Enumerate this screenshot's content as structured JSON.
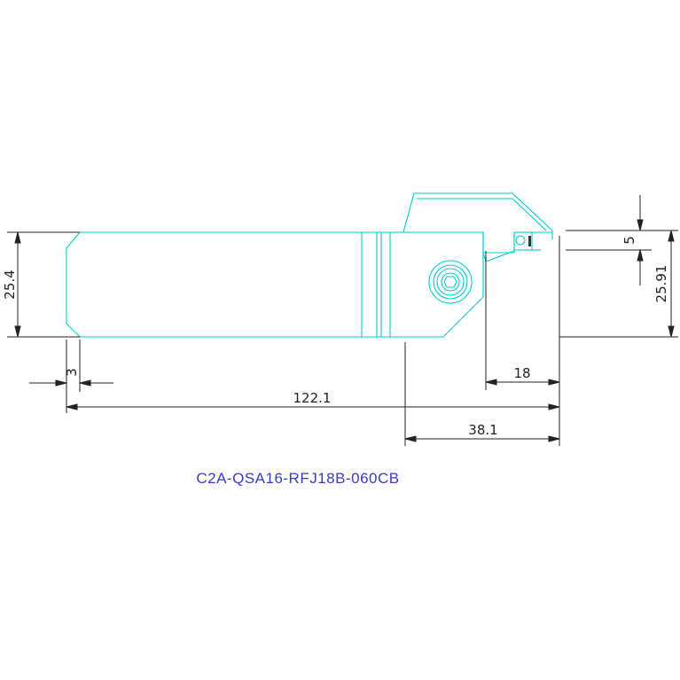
{
  "drawing": {
    "part_number": "C2A-QSA16-RFJ18B-060CB",
    "dimensions": {
      "height": "25.4",
      "chamfer": "3",
      "overall_length": "122.1",
      "head_length": "38.1",
      "cutting_depth": "18",
      "edge_offset": "5",
      "cutting_height": "25.91"
    },
    "colors": {
      "outline": "#00cccc",
      "dimension": "#222222",
      "label": "#3a3acc"
    }
  }
}
